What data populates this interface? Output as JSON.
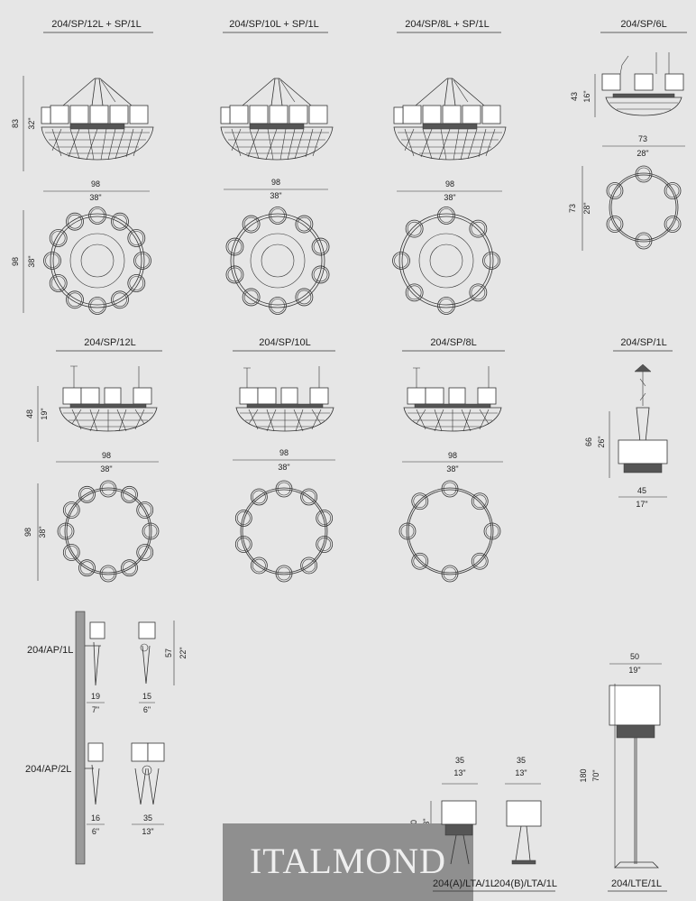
{
  "products": {
    "sp12_sp1": {
      "code": "204/SP/12L + SP/1L",
      "height_cm": "83",
      "height_in": "32\"",
      "width_cm": "98",
      "width_in": "38\"",
      "plan_cm": "98",
      "plan_in": "38\""
    },
    "sp10_sp1": {
      "code": "204/SP/10L + SP/1L",
      "width_cm": "98",
      "width_in": "38\""
    },
    "sp8_sp1": {
      "code": "204/SP/8L + SP/1L",
      "width_cm": "98",
      "width_in": "38\""
    },
    "sp6": {
      "code": "204/SP/6L",
      "height_cm": "43",
      "height_in": "16\"",
      "width_cm": "73",
      "width_in": "28\"",
      "plan_cm": "73",
      "plan_in": "28\""
    },
    "sp12": {
      "code": "204/SP/12L",
      "height_cm": "48",
      "height_in": "19\"",
      "width_cm": "98",
      "width_in": "38\"",
      "plan_cm": "98",
      "plan_in": "38\""
    },
    "sp10": {
      "code": "204/SP/10L",
      "width_cm": "98",
      "width_in": "38\""
    },
    "sp8": {
      "code": "204/SP/8L",
      "width_cm": "98",
      "width_in": "38\""
    },
    "sp1": {
      "code": "204/SP/1L",
      "height_cm": "66",
      "height_in": "26\"",
      "width_cm": "45",
      "width_in": "17\""
    },
    "ap1": {
      "code": "204/AP/1L",
      "height_cm": "57",
      "height_in": "22\"",
      "front_cm": "19",
      "front_in": "7\"",
      "side_cm": "15",
      "side_in": "6\""
    },
    "ap2": {
      "code": "204/AP/2L",
      "front_cm": "16",
      "front_in": "6\"",
      "side_cm": "35",
      "side_in": "13\""
    },
    "lta_a": {
      "code": "204(A)/LTA/1L",
      "width_cm": "35",
      "width_in": "13\"",
      "height_cm": "60",
      "height_in": "23\""
    },
    "lta_b": {
      "code": "204(B)/LTA/1L",
      "width_cm": "35",
      "width_in": "13\""
    },
    "lte": {
      "code": "204/LTE/1L",
      "width_cm": "50",
      "width_in": "19\"",
      "height_cm": "180",
      "height_in": "70\""
    }
  },
  "brand": {
    "name": "ITALMOND"
  }
}
